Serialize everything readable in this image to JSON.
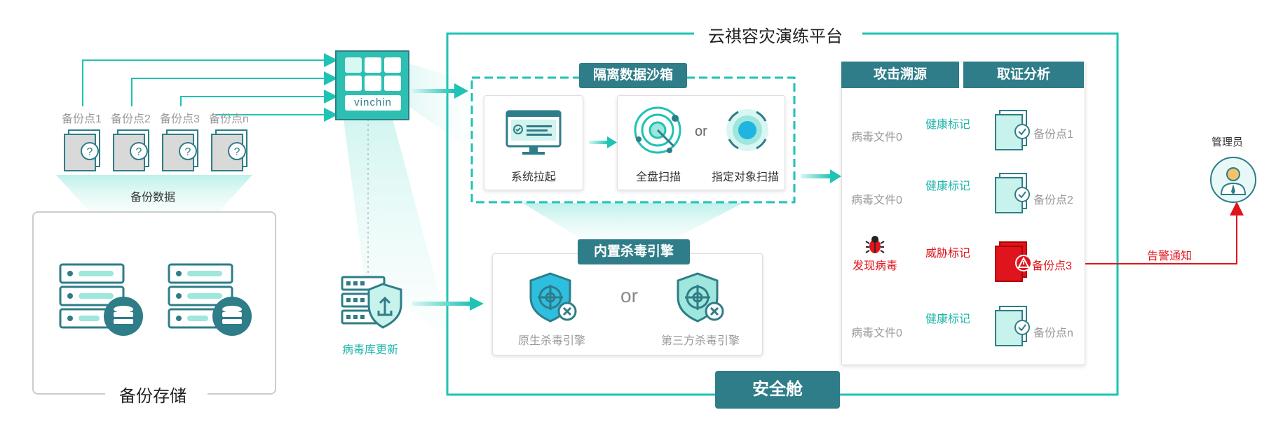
{
  "backup_points": [
    {
      "label": "备份点1"
    },
    {
      "label": "备份点2"
    },
    {
      "label": "备份点3"
    },
    {
      "label": "备份点n"
    }
  ],
  "backup_data_label": "备份数据",
  "backup_storage_label": "备份存储",
  "vinchin_logo": "vinchin",
  "virus_db_label": "病毒库更新",
  "platform_title": "云祺容灾演练平台",
  "sandbox": {
    "title": "隔离数据沙箱",
    "system_label": "系统拉起",
    "full_scan_label": "全盘扫描",
    "or_text": "or",
    "target_scan_label": "指定对象扫描"
  },
  "engine": {
    "title": "内置杀毒引擎",
    "native_label": "原生杀毒引擎",
    "or_text": "or",
    "third_party_label": "第三方杀毒引擎"
  },
  "analysis": {
    "attack_header": "攻击溯源",
    "forensic_header": "取证分析",
    "rows": [
      {
        "left": "病毒文件0",
        "mark": "健康标记",
        "point": "备份点1"
      },
      {
        "left": "病毒文件0",
        "mark": "健康标记",
        "point": "备份点2"
      },
      {
        "left": "发现病毒",
        "mark": "威胁标记",
        "point": "备份点3"
      },
      {
        "left": "病毒文件0",
        "mark": "健康标记",
        "point": "备份点n"
      }
    ]
  },
  "safe_cabin_label": "安全舱",
  "admin_label": "管理员",
  "alert_label": "告警通知",
  "colors": {
    "teal": "#1fc3b4",
    "dark_teal": "#2e7d88",
    "red": "#e0141c",
    "gray_text": "#9a9a9a"
  }
}
